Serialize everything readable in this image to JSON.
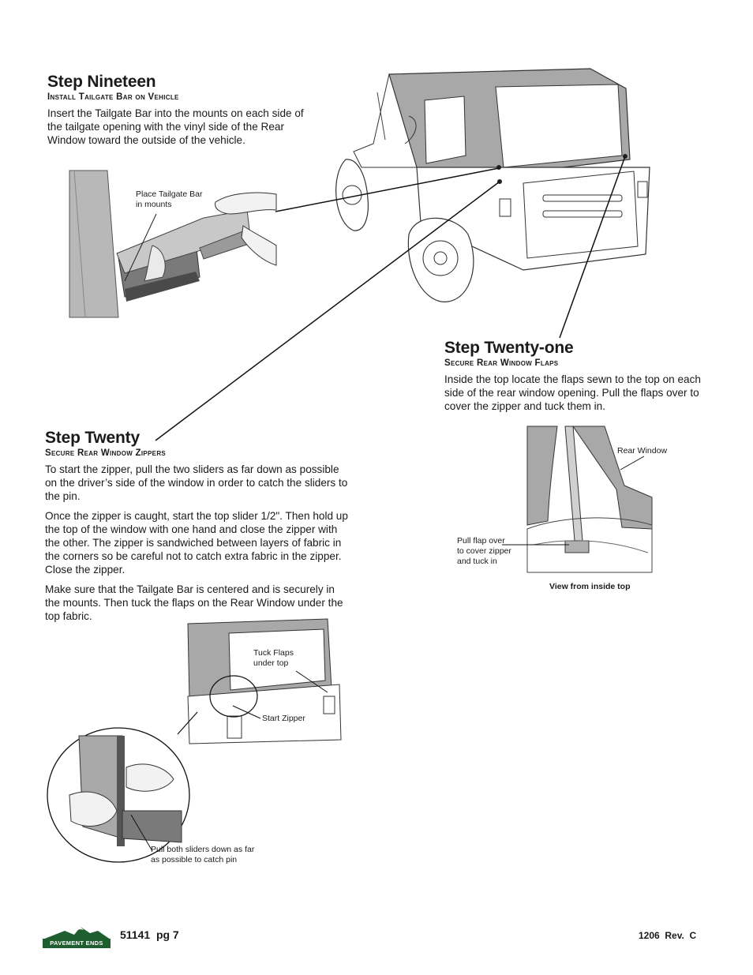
{
  "step19": {
    "title": "Step Nineteen",
    "subtitle": "Install Tailgate Bar on Vehicle",
    "body": "Insert the Tailgate Bar into the mounts on each side of the tailgate opening with the vinyl side of the Rear Window toward the outside of the vehicle.",
    "figure_caption": "Place Tailgate Bar in mounts"
  },
  "step20": {
    "title": "Step Twenty",
    "subtitle": "Secure Rear Window Zippers",
    "paragraphs": [
      "To start the zipper, pull the two sliders as far down as possible on the driver’s side of the window in order to catch the sliders to the pin.",
      "Once the zipper is caught, start the top slider 1/2\". Then hold up the top of the window with one hand and close the zipper with the other. The zipper is sandwiched between layers of fabric in the corners so be careful not to catch extra fabric in the zipper. Close the zipper.",
      "Make sure that the Tailgate Bar is centered and is securely in the mounts. Then tuck the flaps on the Rear Window under the  top fabric."
    ],
    "captions": {
      "tuck_flaps": "Tuck Flaps under top",
      "start_zipper": "Start Zipper",
      "pull_sliders": "Pull both sliders down as far as possible to catch pin"
    }
  },
  "step21": {
    "title": "Step Twenty-one",
    "subtitle": "Secure Rear Window Flaps",
    "body": "Inside the top locate the flaps sewn to the top on each side of the rear window opening. Pull the flaps over to cover the zipper and tuck them in.",
    "captions": {
      "rear_window": "Rear Window",
      "pull_flap": "Pull flap over to cover zipper and tuck in",
      "view": "View from inside top"
    }
  },
  "footer": {
    "logo_text": "PAVEMENT ENDS",
    "page_label": "51141  pg 7",
    "revision": "1206  Rev.  C"
  }
}
